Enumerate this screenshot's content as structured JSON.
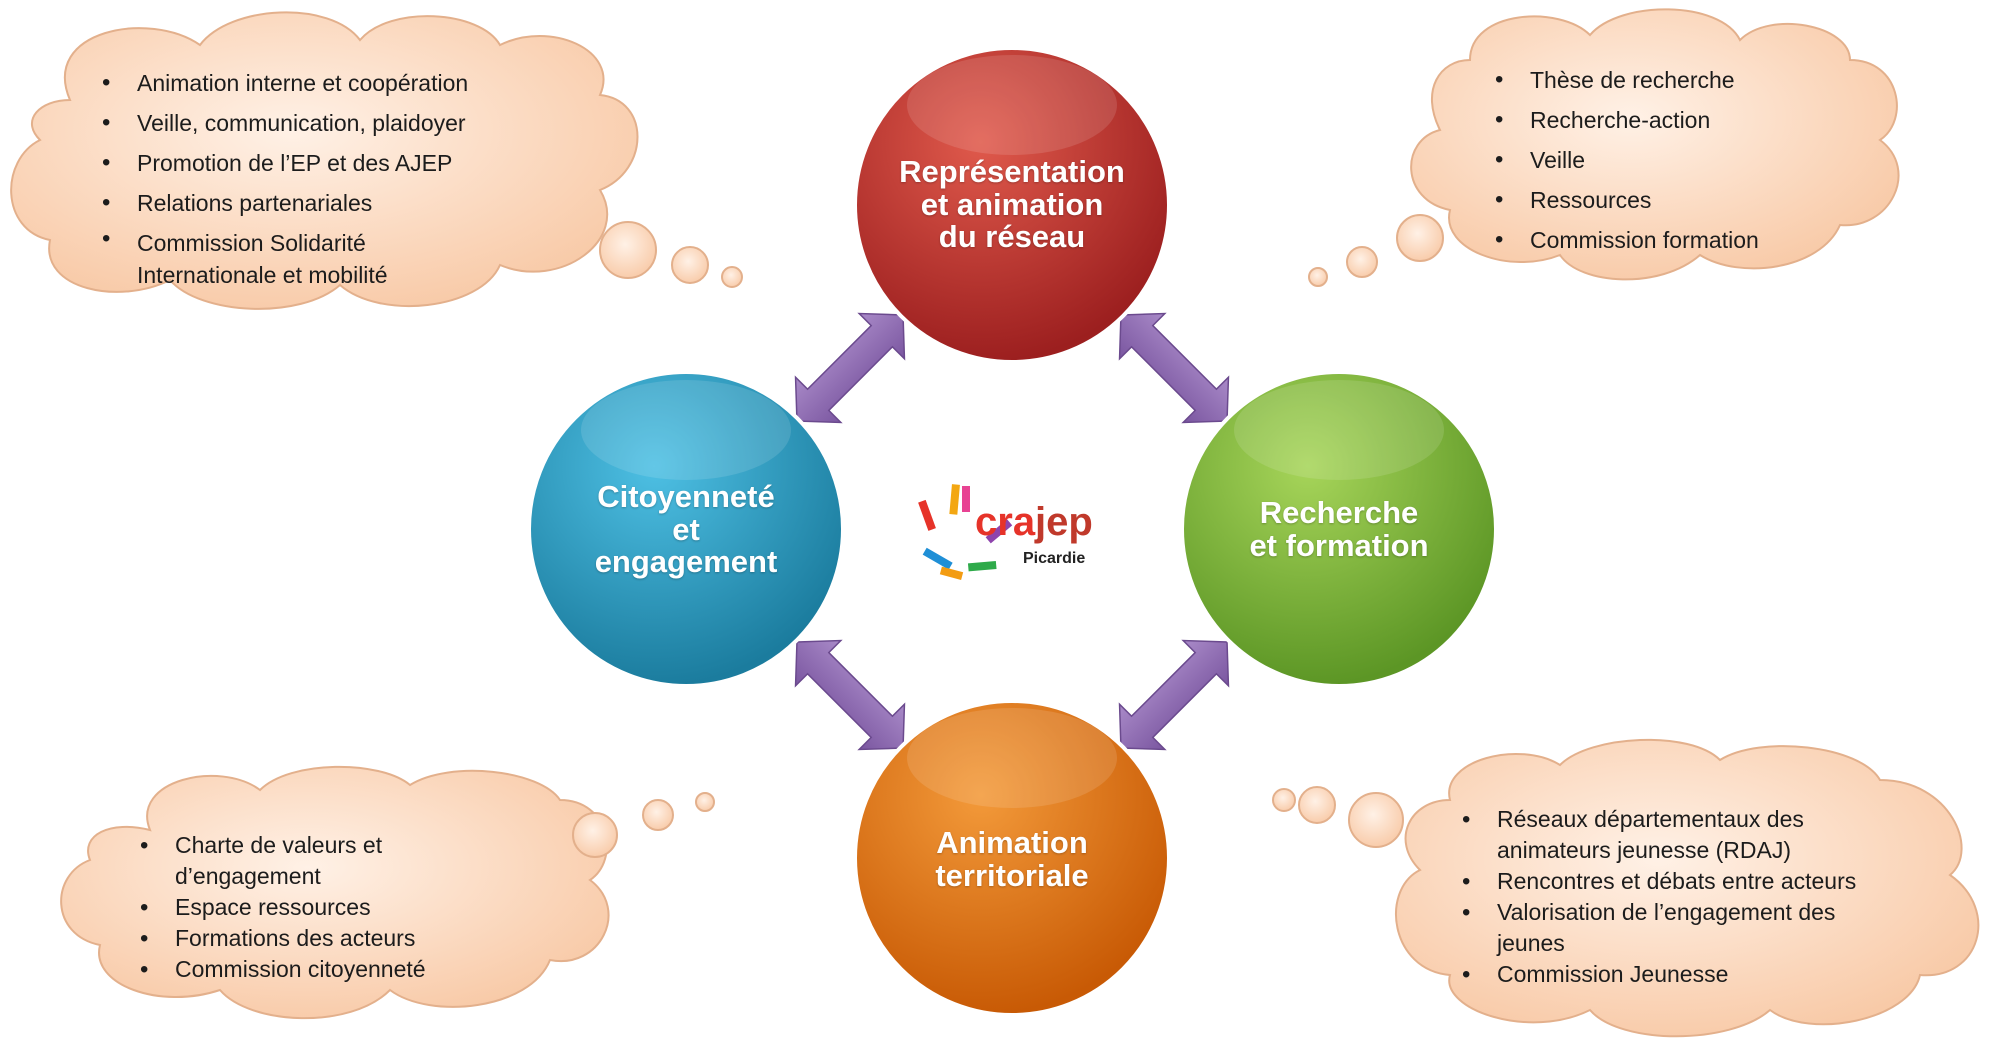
{
  "circles": {
    "top": {
      "label": "Représentation et animation du réseau",
      "color": "#c0392b"
    },
    "right": {
      "label": "Recherche et formation",
      "color": "#7cb83a"
    },
    "bottom": {
      "label": "Animation territoriale",
      "color": "#e8730e"
    },
    "left": {
      "label": "Citoyenneté et engagement",
      "color": "#2a9cc4"
    }
  },
  "clouds": {
    "top_left": {
      "items": [
        "Animation interne et coopération",
        "Veille, communication, plaidoyer",
        "Promotion de l’EP et des AJEP",
        "Relations partenariales",
        "Commission Solidarité Internationale et mobilité"
      ]
    },
    "top_right": {
      "items": [
        "Thèse de recherche",
        "Recherche-action",
        "Veille",
        "Ressources",
        "Commission formation"
      ]
    },
    "bottom_left": {
      "items": [
        "Charte de valeurs et d’engagement",
        "Espace ressources",
        "Formations des acteurs",
        "Commission citoyenneté"
      ]
    },
    "bottom_right": {
      "items": [
        "Réseaux départementaux des animateurs jeunesse (RDAJ)",
        "Rencontres et débats entre acteurs",
        "Valorisation de l’engagement des jeunes",
        "Commission Jeunesse"
      ]
    }
  },
  "logo": {
    "name_part1": "cra",
    "name_part2": "jep",
    "region": "Picardie"
  },
  "colors": {
    "cloud_fill": "#fcd9c2",
    "cloud_stroke": "#e8b898",
    "arrow": "#8e6bb0"
  }
}
